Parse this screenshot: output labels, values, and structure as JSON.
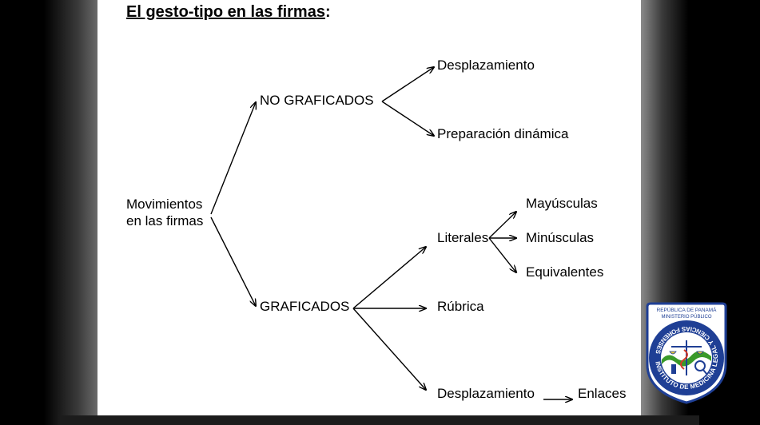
{
  "title": {
    "main": "El gesto-tipo  en las firmas",
    "suffix": ":"
  },
  "nodes": {
    "root_line1": "Movimientos",
    "root_line2": "en las firmas",
    "no_graficados": "NO GRAFICADOS",
    "desplazamiento_top": "Desplazamiento",
    "preparacion": "Preparación dinámica",
    "graficados": "GRAFICADOS",
    "literales": "Literales",
    "mayusculas": "Mayúsculas",
    "minusculas": "Minúsculas",
    "equivalentes": "Equivalentes",
    "rubrica": "Rúbrica",
    "desplazamiento_bottom": "Desplazamiento",
    "enlaces": "Enlaces"
  },
  "seal": {
    "top_line1": "REPÚBLICA DE PANAMÁ",
    "top_line2": "MINISTERIO PÚBLICO",
    "ring_text": "INSTITUTO DE MEDICINA LEGAL Y CIENCIAS FORENSES",
    "colors": {
      "blue": "#1f3f95",
      "green": "#3a9a2a",
      "yellow": "#e8c83a",
      "red": "#d63a2a"
    }
  }
}
